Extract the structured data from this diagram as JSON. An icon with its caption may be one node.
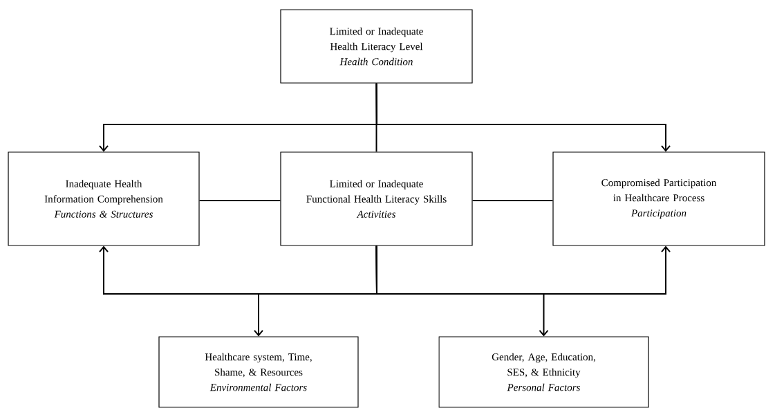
{
  "diagram": {
    "nodes": [
      {
        "text": [
          "Limited or Inadequate Health Literacy Level",
          "Health Condition"
        ]
      },
      {
        "text": [
          "Inadequate Health Information Comprehension",
          "Functions & Structures"
        ]
      },
      {
        "text": [
          "Limited or Inadequate Functional Health Literacy Skills",
          "Activities"
        ]
      },
      {
        "text": [
          "Compromised Participation in Healthcare Process",
          "Participation"
        ]
      },
      {
        "text": [
          "Healthcare system, Time, Shame, & Resources",
          "Environmental Factors"
        ]
      },
      {
        "text": [
          "Gender, Age, Education, SES, & Ethnicity",
          "Personal Factors"
        ]
      }
    ],
    "edges": [
      {
        "from": 0,
        "to": 1,
        "arrow": "to"
      },
      {
        "from": 0,
        "to": 2,
        "arrow": "none"
      },
      {
        "from": 0,
        "to": 3,
        "arrow": "to"
      },
      {
        "from": 1,
        "to": 2,
        "arrow": "none"
      },
      {
        "from": 2,
        "to": 3,
        "arrow": "none"
      },
      {
        "from": 2,
        "to": 1,
        "arrow": "to"
      },
      {
        "from": 2,
        "to": 3,
        "arrow": "to"
      },
      {
        "from": 2,
        "to": 4,
        "arrow": "to"
      },
      {
        "from": 2,
        "to": 5,
        "arrow": "to"
      }
    ]
  }
}
